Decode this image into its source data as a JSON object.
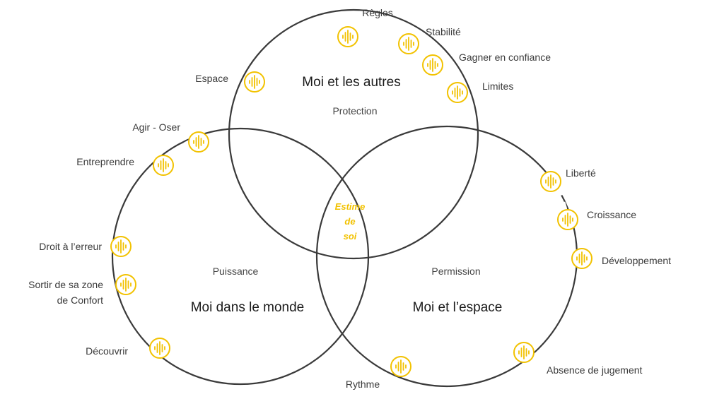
{
  "colors": {
    "accent": "#f2c200",
    "line": "#3a3a3a",
    "text": "#3a3a3a"
  },
  "circles": {
    "top": {
      "title": "Moi et les autres",
      "subtitle": "Protection"
    },
    "left": {
      "title": "Moi dans le monde",
      "subtitle": "Puissance"
    },
    "right": {
      "title": "Moi et l’espace",
      "subtitle": "Permission"
    }
  },
  "center": {
    "line1": "Estime",
    "line2": "de",
    "line3": "soi"
  },
  "labels": {
    "regles": "Règles",
    "stabilite": "Stabilité",
    "confiance": "Gagner en confiance",
    "limites": "Limites",
    "espace": "Espace",
    "agir": "Agir - Oser",
    "entreprendre": "Entreprendre",
    "erreur": "Droit à l’erreur",
    "sortir1": "Sortir de sa zone",
    "sortir2": "de Confort",
    "decouvrir": "Découvrir",
    "rythme": "Rythme",
    "liberte": "Liberté",
    "croissance": "Croissance",
    "developpement": "Développement",
    "jugement": "Absence de jugement"
  },
  "icon": "sound-wave-icon"
}
